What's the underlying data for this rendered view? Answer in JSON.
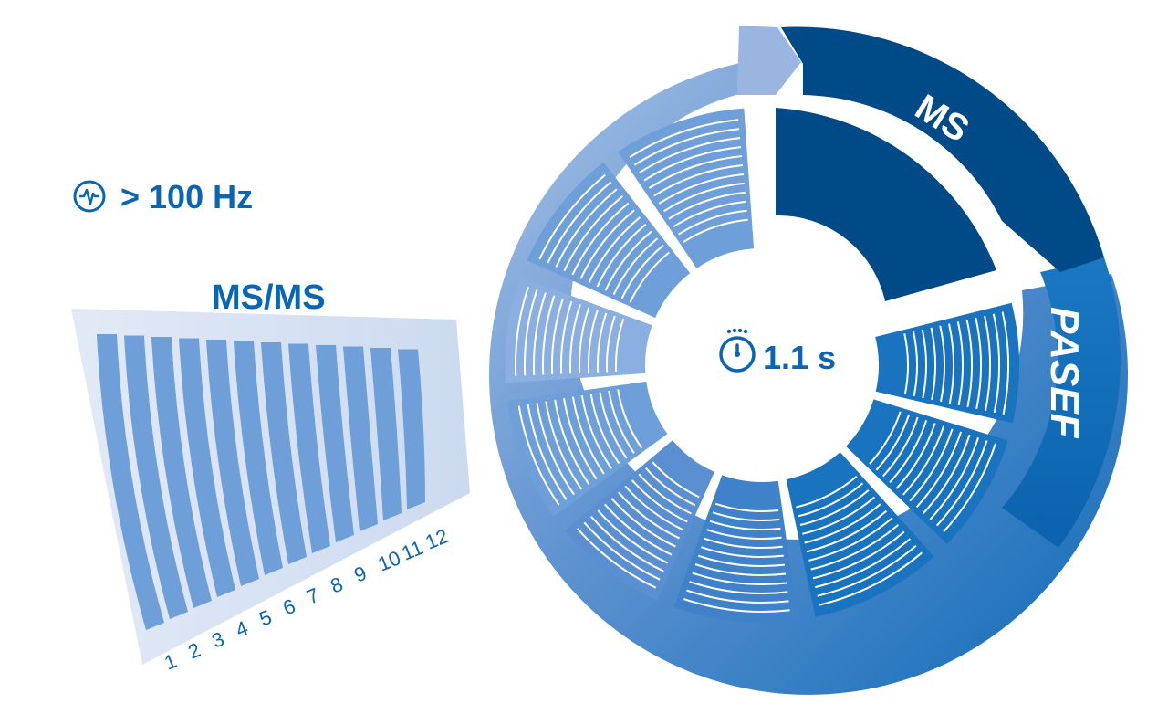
{
  "frequency": {
    "label": "> 100 Hz",
    "icon": "pulse-icon"
  },
  "msms": {
    "label": "MS/MS",
    "scan_numbers": [
      "1",
      "2",
      "3",
      "4",
      "5",
      "6",
      "7",
      "8",
      "9",
      "10",
      "11",
      "12"
    ]
  },
  "ms": {
    "label": "MS"
  },
  "pasef": {
    "label": "PASEF"
  },
  "cycle": {
    "time": "1.1 s",
    "icon": "stopwatch-icon"
  },
  "colors": {
    "dark_blue": "#004a87",
    "mid_blue": "#1a73be",
    "light_blue": "#6f9fd8",
    "pale_blue": "#dde6f5",
    "label_blue": "#0a65b3"
  }
}
